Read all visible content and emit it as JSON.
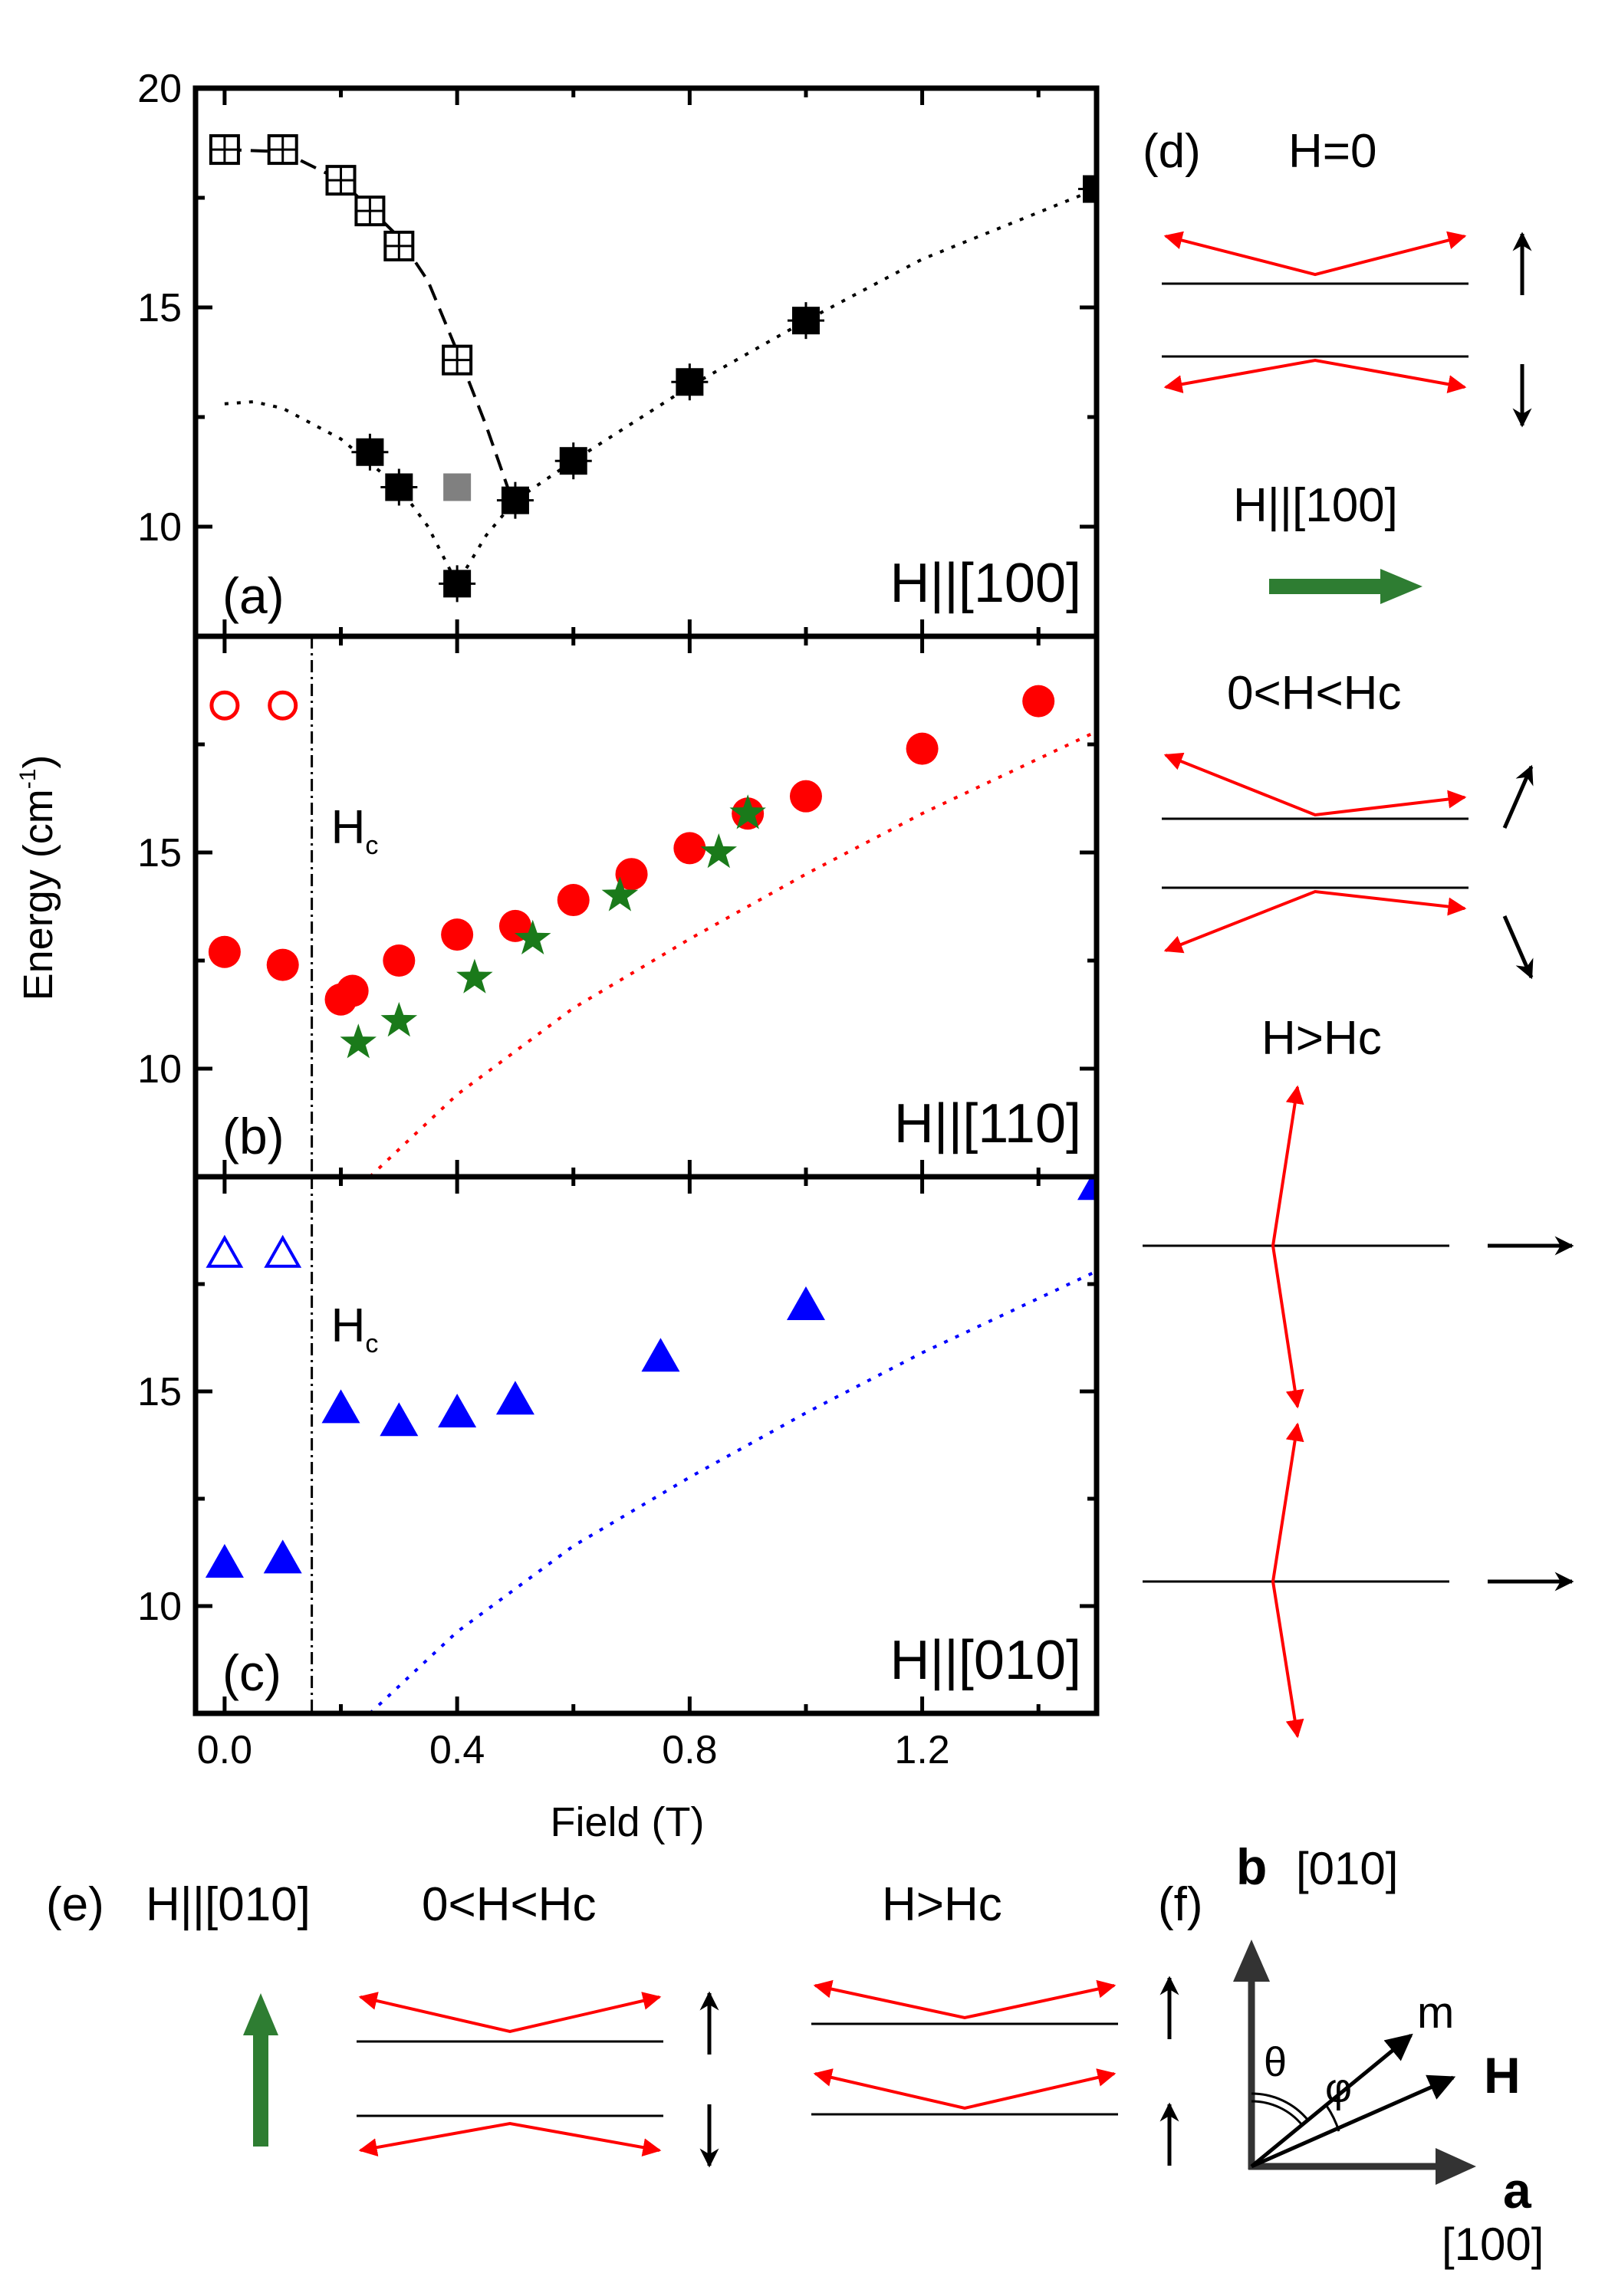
{
  "chart_data": [
    {
      "panel": "(a)",
      "type": "scatter",
      "field_label": "H||[100]",
      "xlim": [
        -0.05,
        1.5
      ],
      "ylim": [
        7.5,
        20
      ],
      "yticks": [
        10,
        15,
        20
      ],
      "series": [
        {
          "marker": "open-square-plus",
          "color": "#000000",
          "x": [
            0.0,
            0.1,
            0.2,
            0.25,
            0.3,
            0.4
          ],
          "y": [
            18.6,
            18.6,
            17.9,
            17.2,
            16.4,
            13.8
          ]
        },
        {
          "marker": "filled-square",
          "color": "#000000",
          "x": [
            0.25,
            0.3,
            0.4,
            0.5,
            0.6,
            0.8,
            1.0,
            1.5
          ],
          "y": [
            11.7,
            10.9,
            8.7,
            10.6,
            11.5,
            13.3,
            14.7,
            17.7
          ]
        },
        {
          "marker": "filled-square-gray",
          "color": "#808080",
          "x": [
            0.4
          ],
          "y": [
            10.9
          ]
        }
      ],
      "fit_upper_dashed": {
        "x": [
          0.0,
          0.1,
          0.2,
          0.3,
          0.35,
          0.4,
          0.45,
          0.5
        ],
        "y": [
          18.6,
          18.55,
          17.9,
          16.6,
          15.6,
          14.0,
          12.3,
          10.4
        ]
      },
      "fit_lower_dotted": {
        "x": [
          0.0,
          0.05,
          0.1,
          0.2,
          0.3,
          0.35,
          0.4,
          0.45,
          0.5,
          0.6,
          0.8,
          1.0,
          1.2,
          1.5
        ],
        "y": [
          12.8,
          12.85,
          12.7,
          12.0,
          10.9,
          10.0,
          8.7,
          9.8,
          10.6,
          11.5,
          13.2,
          14.7,
          16.1,
          17.7
        ]
      }
    },
    {
      "panel": "(b)",
      "type": "scatter",
      "field_label": "H||[110]",
      "hc_label": "H",
      "hc_sub": "c",
      "hc_x": 0.15,
      "xlim": [
        -0.05,
        1.5
      ],
      "ylim": [
        7.5,
        20
      ],
      "yticks": [
        10,
        15
      ],
      "series": [
        {
          "marker": "open-circle",
          "color": "#ff0000",
          "x": [
            0.0,
            0.1
          ],
          "y": [
            18.4,
            18.4
          ]
        },
        {
          "marker": "filled-circle",
          "color": "#ff0000",
          "x": [
            0.0,
            0.1,
            0.2,
            0.22,
            0.3,
            0.4,
            0.5,
            0.6,
            0.7,
            0.8,
            0.9,
            1.0,
            1.2,
            1.4
          ],
          "y": [
            12.7,
            12.4,
            11.6,
            11.8,
            12.5,
            13.1,
            13.3,
            13.9,
            14.5,
            15.1,
            15.9,
            16.3,
            17.4,
            18.5
          ]
        },
        {
          "marker": "star",
          "color": "#1a7a1a",
          "x": [
            0.23,
            0.3,
            0.43,
            0.53,
            0.68,
            0.85,
            0.9
          ],
          "y": [
            10.6,
            11.1,
            12.1,
            13.0,
            14.0,
            15.0,
            15.9
          ]
        }
      ],
      "fit_dotted": {
        "color": "#ff0000",
        "x": [
          0.25,
          0.4,
          0.6,
          0.8,
          1.0,
          1.2,
          1.5
        ],
        "y": [
          7.5,
          9.4,
          11.4,
          13.0,
          14.5,
          15.9,
          17.8
        ]
      }
    },
    {
      "panel": "(c)",
      "type": "scatter",
      "field_label": "H||[010]",
      "hc_label": "H",
      "hc_sub": "c",
      "hc_x": 0.15,
      "xlim": [
        -0.05,
        1.5
      ],
      "ylim": [
        7.5,
        20
      ],
      "yticks": [
        10,
        15
      ],
      "xticks": [
        0.0,
        0.4,
        0.8,
        1.2
      ],
      "xticklabels": [
        "0.0",
        "0.4",
        "0.8",
        "1.2"
      ],
      "series": [
        {
          "marker": "open-triangle",
          "color": "#0000ff",
          "x": [
            0.0,
            0.1
          ],
          "y": [
            18.2,
            18.2
          ]
        },
        {
          "marker": "filled-triangle",
          "color": "#0000ff",
          "x": [
            0.0,
            0.1,
            0.2,
            0.3,
            0.4,
            0.5,
            0.75,
            1.0,
            1.5
          ],
          "y": [
            11.0,
            11.1,
            14.6,
            14.3,
            14.5,
            14.8,
            15.8,
            17.0,
            19.8
          ]
        }
      ],
      "fit_dotted": {
        "color": "#0000ff",
        "x": [
          0.25,
          0.4,
          0.6,
          0.8,
          1.0,
          1.2,
          1.5
        ],
        "y": [
          7.5,
          9.4,
          11.4,
          13.0,
          14.5,
          15.9,
          17.8
        ]
      }
    }
  ],
  "axes": {
    "xlabel": "Field (T)",
    "ylabel_main": "Energy (cm",
    "ylabel_sup": "-1",
    "ylabel_close": ")"
  },
  "side_panel_d": {
    "label": "(d)",
    "state_1": "H=0",
    "field_dir": "H||[100]",
    "state_2": "0<H<Hc",
    "state_3": "H>Hc"
  },
  "bottom_panel_e": {
    "label": "(e)",
    "field_dir": "H||[010]",
    "state_1": "0<H<Hc",
    "state_2": "H>Hc"
  },
  "panel_f": {
    "label": "(f)",
    "b_axis": "b",
    "b_index": "[010]",
    "a_axis": "a",
    "a_index": "[100]",
    "m_label": "m",
    "h_label": "H",
    "theta": "θ",
    "phi": "φ"
  },
  "colors": {
    "red": "#ff0000",
    "blue": "#0000ff",
    "green": "#1a7a1a",
    "arrow_green": "#2e7d32",
    "gray_square": "#808080",
    "dark_axis": "#333333"
  }
}
